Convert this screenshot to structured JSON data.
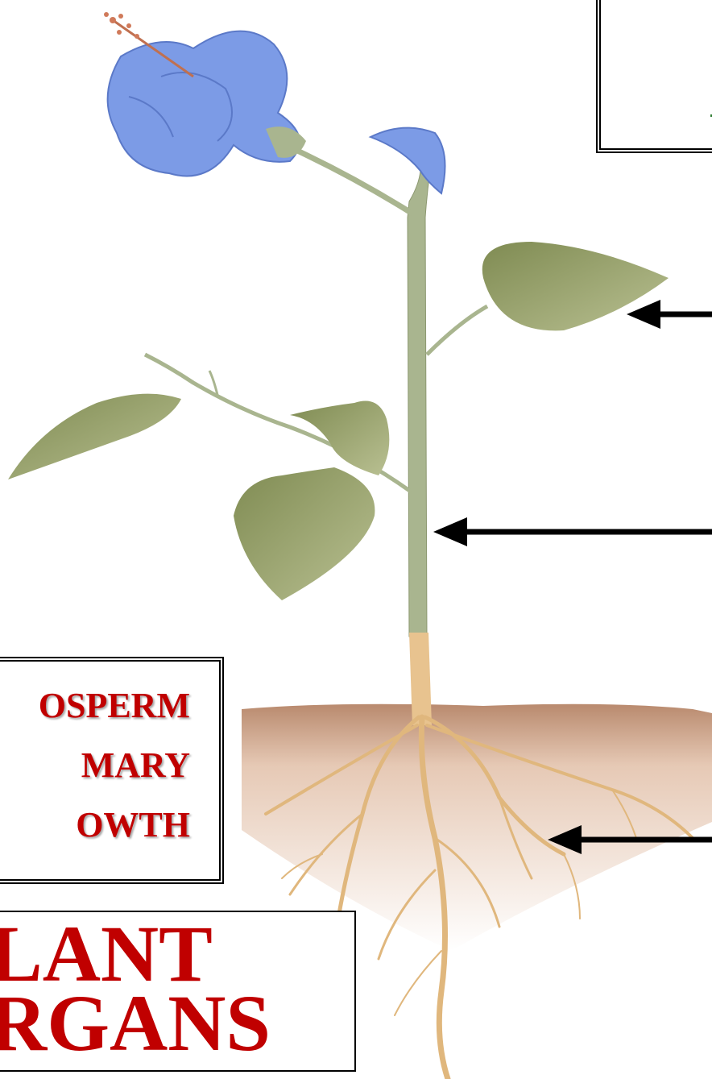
{
  "labels": {
    "growth_line1": "OSPERM",
    "growth_line2": "MARY",
    "growth_line3": "OWTH",
    "organs_line1": "LANT",
    "organs_line2": "RGANS"
  },
  "colors": {
    "title_red": "#c00000",
    "flower_blue": "#6f8fe0",
    "leaf_green": "#8f9c5e",
    "stem_green": "#a9b58f",
    "root_tan": "#e8c38f",
    "soil": "#caa28a"
  }
}
